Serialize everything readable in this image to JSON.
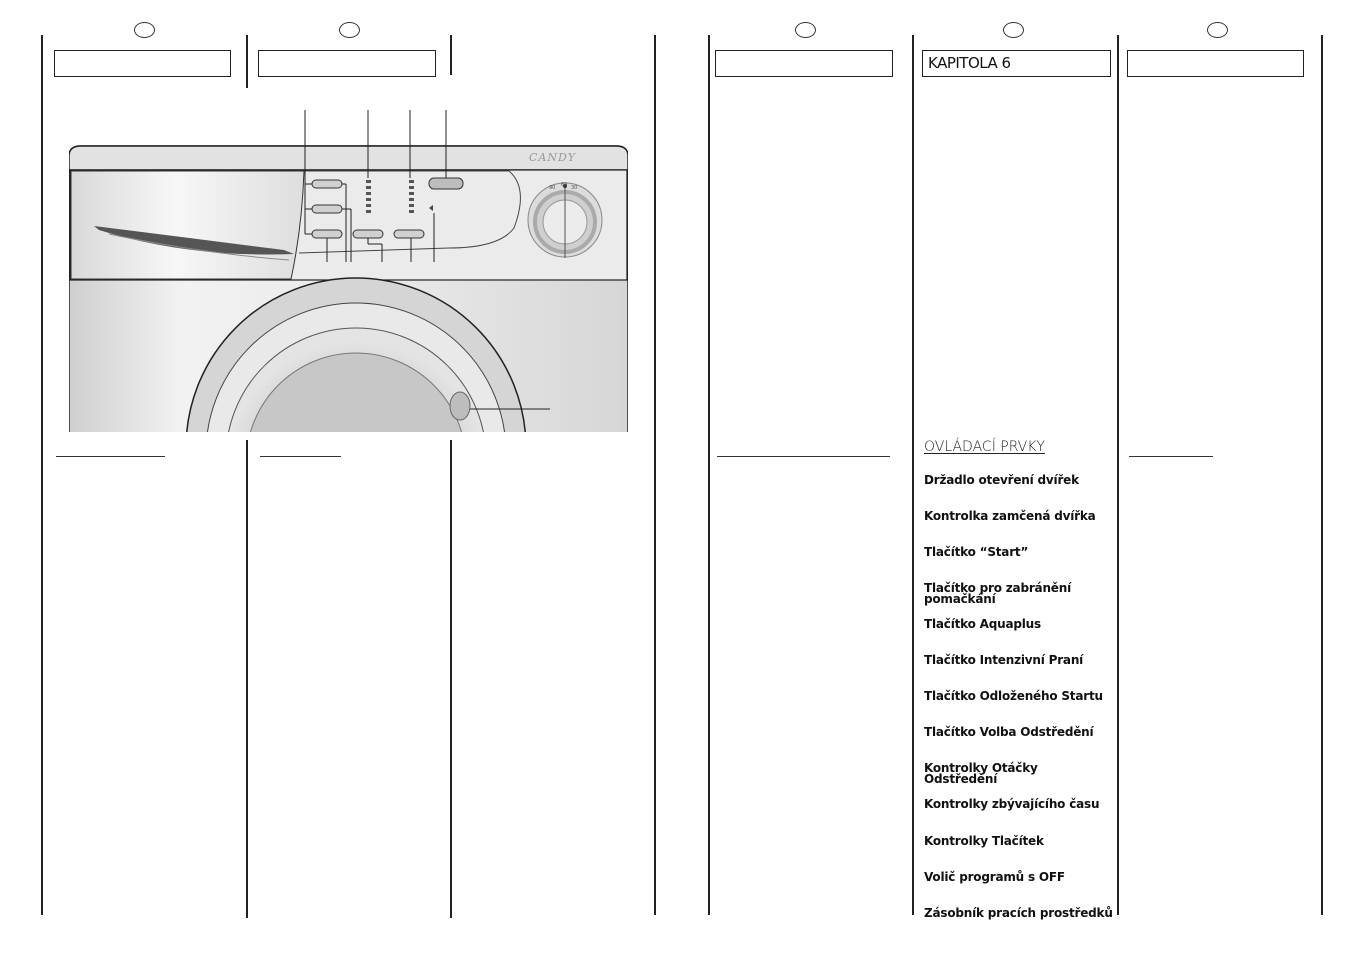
{
  "brand": "CANDY",
  "chapter": {
    "title": "KAPITOLA 6"
  },
  "controls_section": {
    "title": "OVLÁDACÍ PRVKY",
    "items": [
      "Držadlo otevření dvířek",
      "Kontrolka zamčená dvířka",
      "Tlačítko “Start”",
      "Tlačítko pro zabránění pomačkání",
      "Tlačítko Aquaplus",
      "Tlačítko Intenzivní Praní",
      "Tlačítko Odloženého Startu",
      "Tlačítko Volba Odstředění",
      "Kontrolky Otáčky Odstředění",
      "Kontrolky zbývajícího času",
      "Kontrolky Tlačítek",
      "Volič programů s OFF",
      "Zásobník pracích prostředků"
    ]
  },
  "dial_labels": [
    "90",
    "60",
    "30"
  ],
  "colors": {
    "line": "#222222",
    "panel": "#e6e6e6",
    "drum": "#cfcfcf"
  }
}
